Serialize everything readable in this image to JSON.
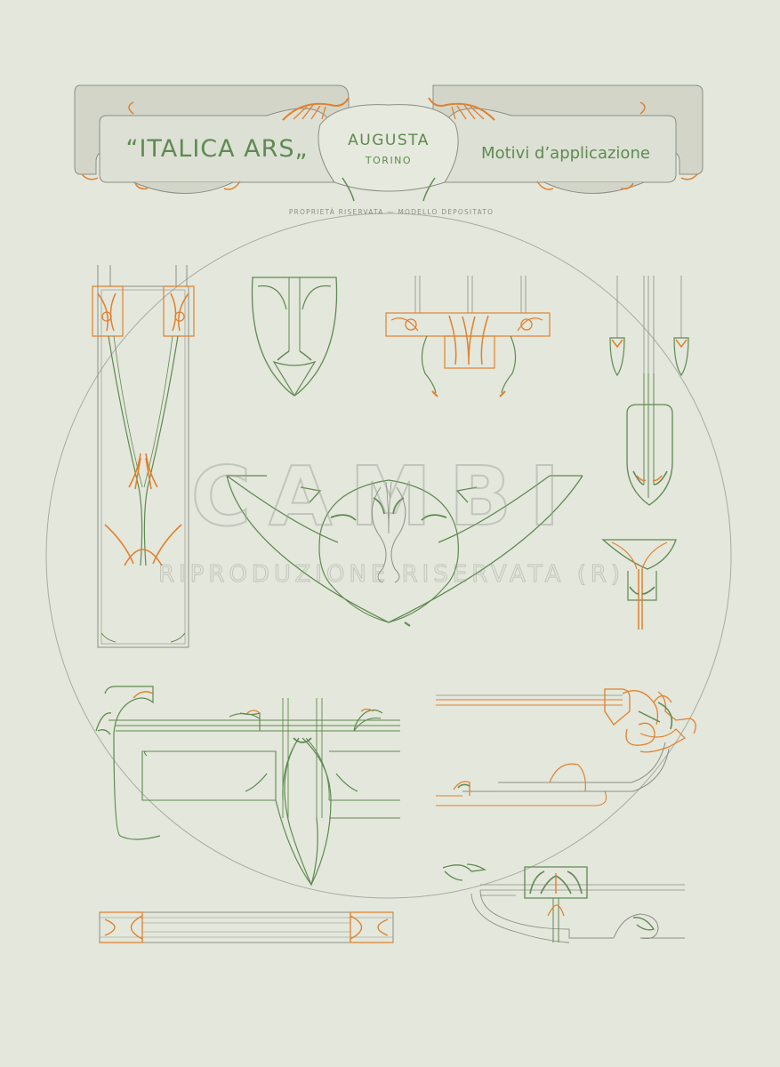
{
  "header": {
    "title_left": "“ITALICA ARS„",
    "city": "AUGUSTA",
    "city_sub": "TORINO",
    "title_right": "Motivi d’applicazione",
    "notice": "PROPRIETÀ RISERVATA — MODELLO DEPOSITATO"
  },
  "watermark": {
    "mark": "CAMBI",
    "caption": "RIPRODUZIONE RISERVATA (R)"
  },
  "colors": {
    "paper": "#e4e7db",
    "green": "#5f8a52",
    "orange": "#e0812f",
    "gray": "#8c8f86",
    "banner_fill": "#d2d5c8"
  }
}
